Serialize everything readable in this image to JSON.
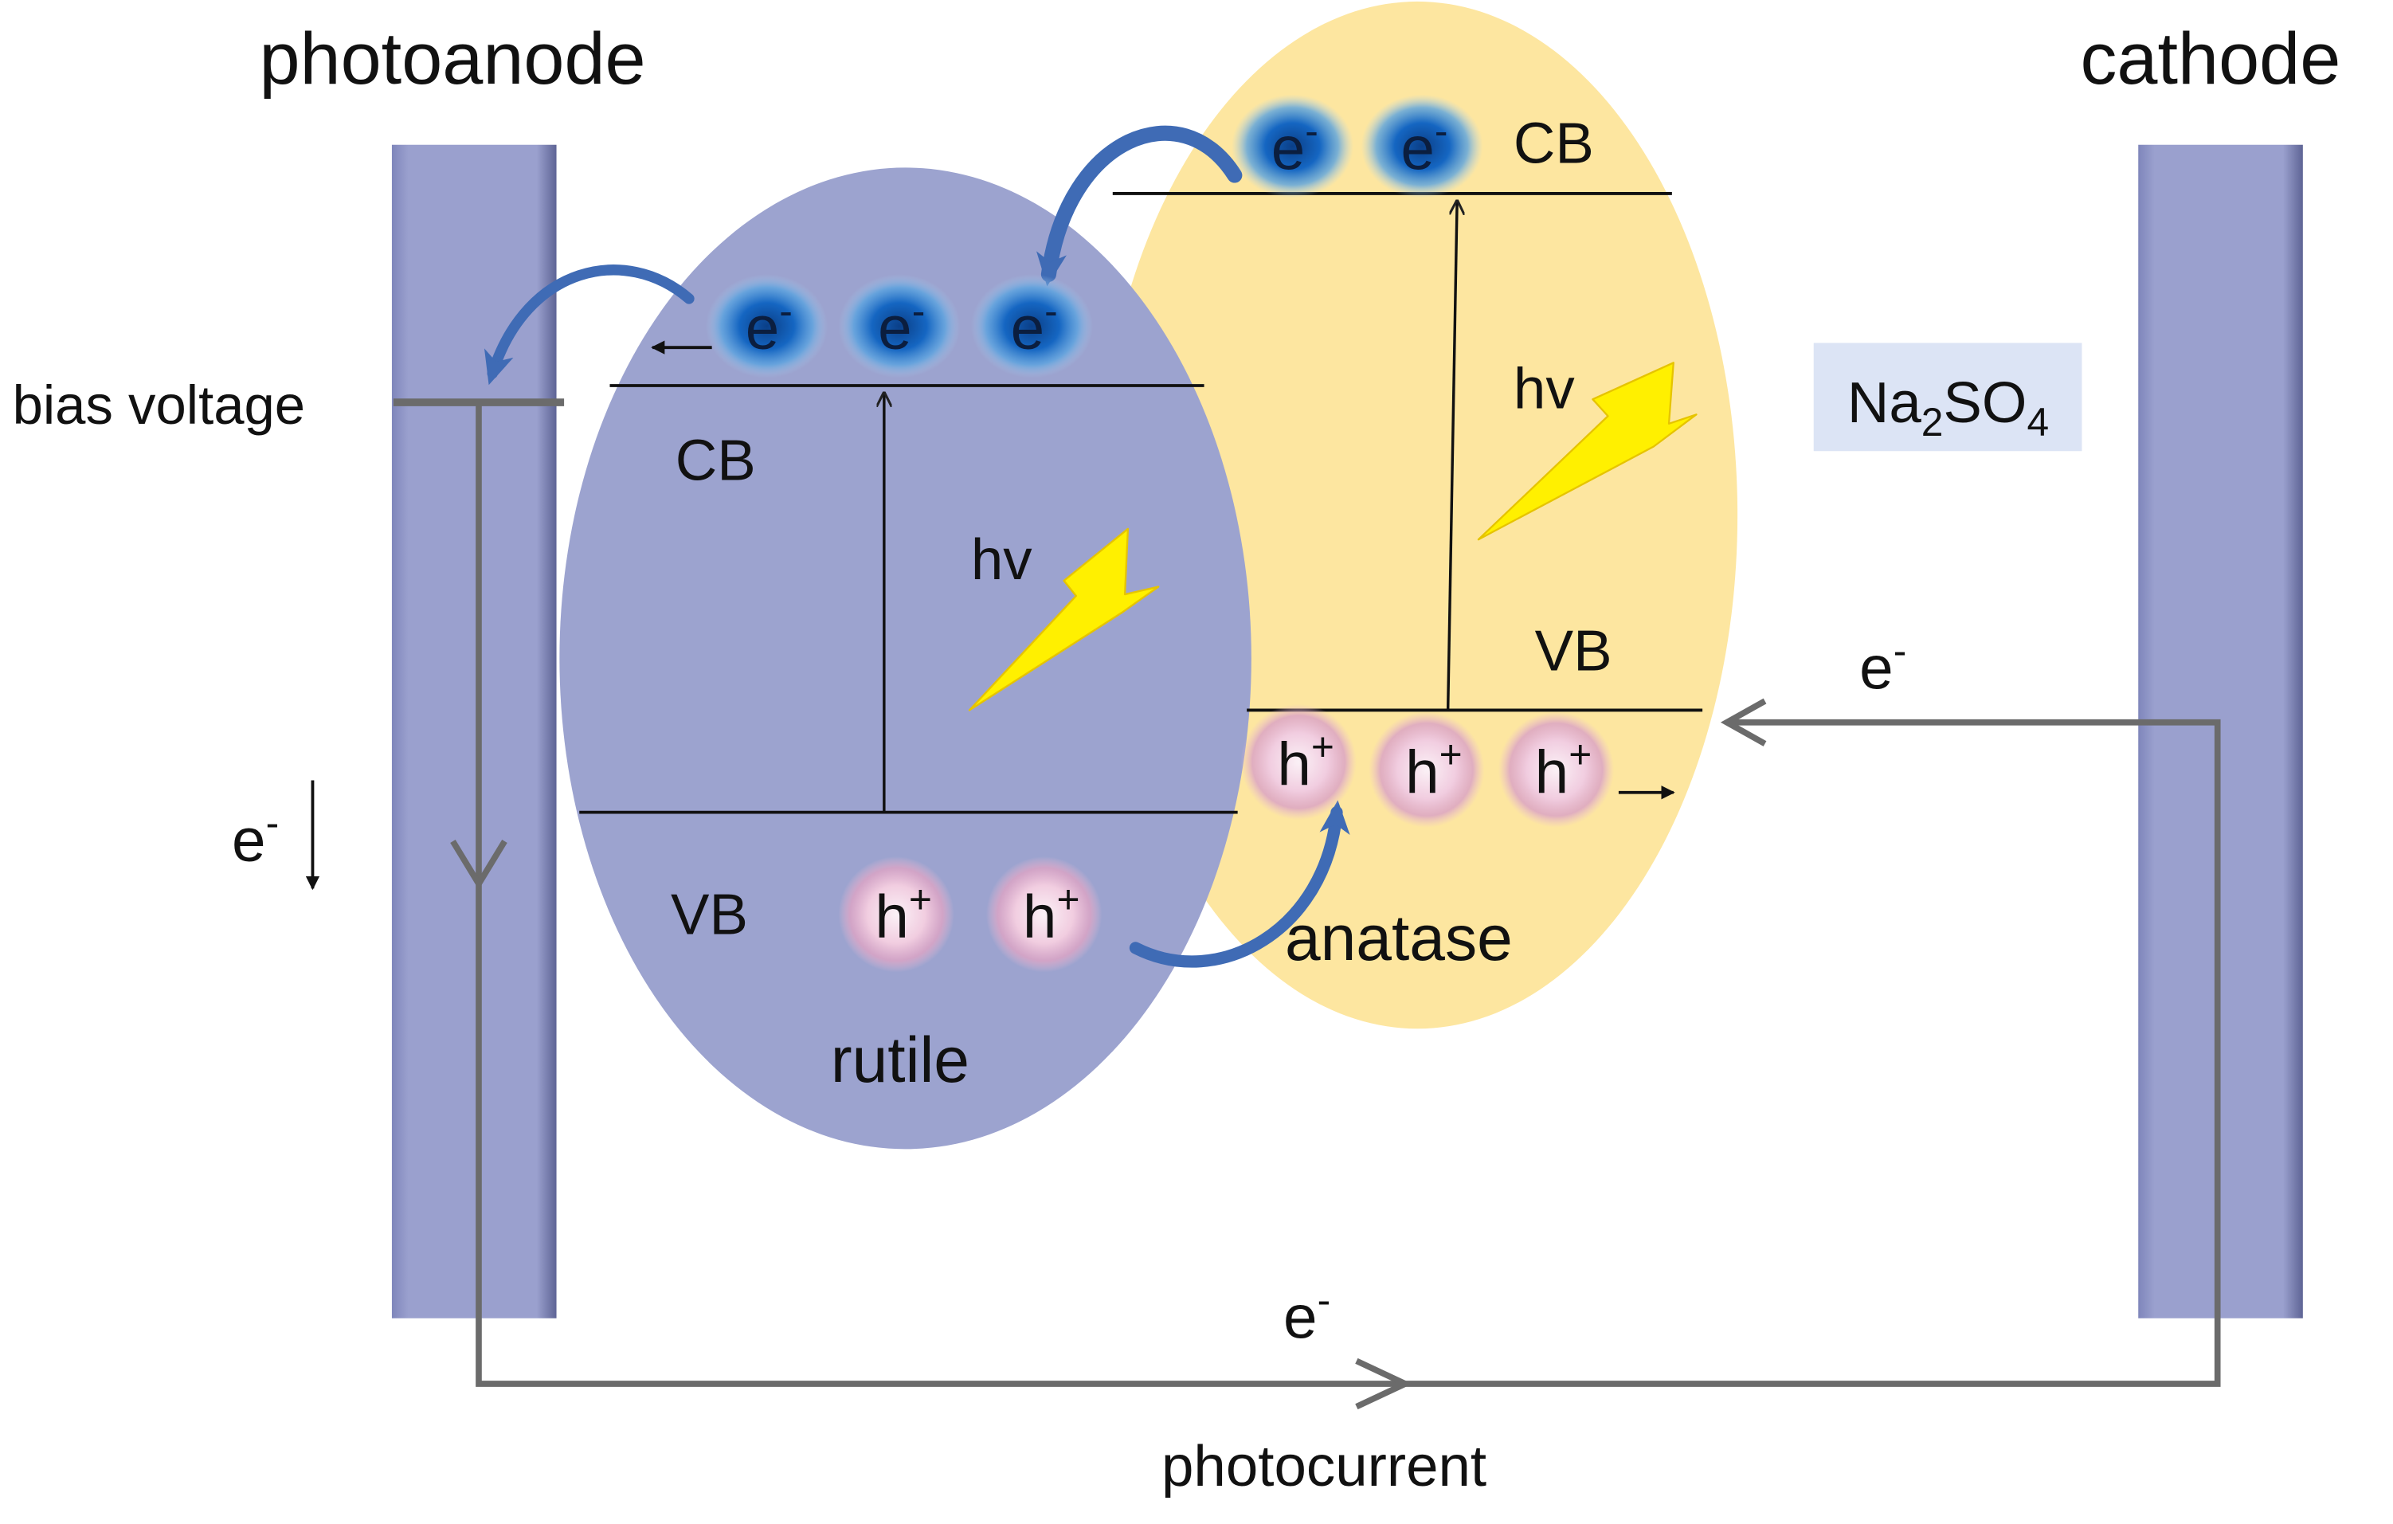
{
  "labels": {
    "photoanode": "photoanode",
    "cathode": "cathode",
    "bias_voltage": "bias voltage",
    "photocurrent": "photocurrent",
    "rutile": "rutile",
    "anatase": "anatase",
    "rutile_cb": "CB",
    "rutile_vb": "VB",
    "anatase_cb": "CB",
    "anatase_vb": "VB",
    "hv": "hv",
    "electrolyte": {
      "main": "Na",
      "sub1": "2",
      "mid": "SO",
      "sub2": "4"
    }
  },
  "carriers": {
    "electron": {
      "base": "e",
      "sup": "-"
    },
    "hole": {
      "base": "h",
      "sup": "+"
    }
  },
  "colors": {
    "electrode": "#9aa0ce",
    "rutile": "#9ca3cf",
    "anatase": "#fde6a0",
    "arrow_blue": "#3f6bb5",
    "circuit": "#6b6b6b",
    "lightning": "#ffee00",
    "electrolyte_box": "#dce4f5"
  }
}
